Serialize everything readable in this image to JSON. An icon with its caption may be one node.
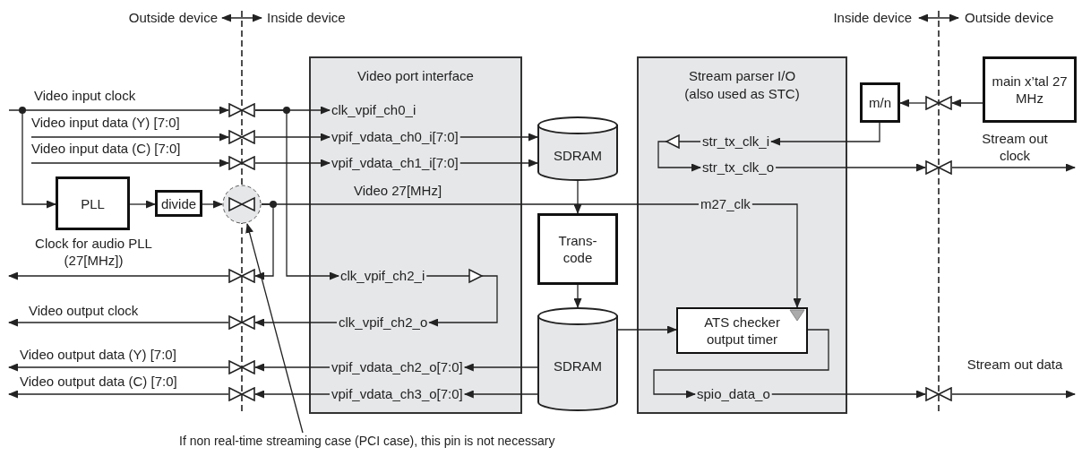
{
  "diagram": {
    "nodes": [
      {
        "text": [
          "Video port interface"
        ]
      },
      {
        "text": [
          "clk_vpif_ch0_i"
        ],
        "in": 0
      },
      {
        "text": [
          "vpif_vdata_ch0_i[7:0]"
        ],
        "in": 0
      },
      {
        "text": [
          "vpif_vdata_ch1_i[7:0]"
        ],
        "in": 0
      },
      {
        "text": [
          "clk_vpif_ch2_i"
        ],
        "in": 0
      },
      {
        "text": [
          "clk_vpif_ch2_o"
        ],
        "in": 0
      },
      {
        "text": [
          "vpif_vdata_ch2_o[7:0]"
        ],
        "in": 0
      },
      {
        "text": [
          "vpif_vdata_ch3_o[7:0]"
        ],
        "in": 0
      },
      {
        "text": [
          "Stream parser I/O (also used as STC)"
        ]
      },
      {
        "text": [
          "str_tx_clk_i"
        ],
        "in": 8
      },
      {
        "text": [
          "str_tx_clk_o"
        ],
        "in": 8
      },
      {
        "text": [
          "m27_clk"
        ],
        "in": 8
      },
      {
        "text": [
          "ATS checker output timer"
        ],
        "in": 8
      },
      {
        "text": [
          "spio_data_o"
        ],
        "in": 8
      },
      {
        "text": [
          "SDRAM"
        ]
      },
      {
        "text": [
          "Trans- code"
        ]
      },
      {
        "text": [
          "SDRAM"
        ]
      },
      {
        "text": [
          "PLL"
        ]
      },
      {
        "text": [
          "divide"
        ]
      },
      {
        "text": [
          "m/n"
        ]
      },
      {
        "text": [
          "main x’tal 27 MHz"
        ]
      },
      {
        "text": [],
        "shape": "bowtie"
      },
      {
        "text": [],
        "shape": "bowtie"
      },
      {
        "text": [],
        "shape": "bowtie"
      },
      {
        "text": [],
        "shape": "bowtie"
      },
      {
        "text": [],
        "shape": "bowtie"
      },
      {
        "text": [],
        "shape": "bowtie"
      },
      {
        "text": [],
        "shape": "bowtie"
      },
      {
        "text": [],
        "shape": "bowtie"
      },
      {
        "text": [],
        "shape": "bowtie"
      },
      {
        "text": [],
        "shape": "bowtie"
      },
      {
        "text": [],
        "shape": "bowtie"
      },
      {
        "text": [
          "If non real-time streaming case (PCI case), this pin is not necessary"
        ]
      }
    ],
    "edges": [
      {
        "from": null,
        "to": 21,
        "arrow": "to",
        "label": "Video input clock"
      },
      {
        "from": null,
        "to": 22,
        "arrow": "to",
        "label": "Video input data (Y) [7:0]"
      },
      {
        "from": null,
        "to": 23,
        "arrow": "to",
        "label": "Video input data (C) [7:0]"
      },
      {
        "from": null,
        "to": 17,
        "arrow": "to"
      },
      {
        "from": 21,
        "to": 1,
        "arrow": "to"
      },
      {
        "from": 21,
        "to": 4,
        "arrow": "to"
      },
      {
        "from": 22,
        "to": 2,
        "arrow": "to"
      },
      {
        "from": 23,
        "to": 3,
        "arrow": "to"
      },
      {
        "from": 2,
        "to": 14,
        "arrow": "to"
      },
      {
        "from": 3,
        "to": 14,
        "arrow": "to"
      },
      {
        "from": 17,
        "to": 18,
        "arrow": "to"
      },
      {
        "from": 18,
        "to": 24,
        "arrow": "to"
      },
      {
        "from": 24,
        "to": 11,
        "arrow": "none",
        "label": "Video 27[MHz]"
      },
      {
        "from": 24,
        "to": 25,
        "arrow": "to"
      },
      {
        "from": 25,
        "to": null,
        "arrow": "to",
        "label": "Clock for audio PLL (27[MHz])"
      },
      {
        "from": 11,
        "to": 12,
        "arrow": "to"
      },
      {
        "from": 4,
        "to": 5,
        "arrow": "to"
      },
      {
        "from": 5,
        "to": 26,
        "arrow": "to"
      },
      {
        "from": 26,
        "to": null,
        "arrow": "to",
        "label": "Video output clock"
      },
      {
        "from": 6,
        "to": 27,
        "arrow": "to"
      },
      {
        "from": 27,
        "to": null,
        "arrow": "to",
        "label": "Video output data (Y) [7:0]"
      },
      {
        "from": 7,
        "to": 28,
        "arrow": "to"
      },
      {
        "from": 28,
        "to": null,
        "arrow": "to",
        "label": "Video output data (C) [7:0]"
      },
      {
        "from": 16,
        "to": 6,
        "arrow": "to"
      },
      {
        "from": 16,
        "to": 7,
        "arrow": "to"
      },
      {
        "from": 14,
        "to": 15,
        "arrow": "to"
      },
      {
        "from": 15,
        "to": 16,
        "arrow": "to"
      },
      {
        "from": 16,
        "to": 12,
        "arrow": "to"
      },
      {
        "from": 12,
        "to": 13,
        "arrow": "to"
      },
      {
        "from": 13,
        "to": 31,
        "arrow": "to"
      },
      {
        "from": 31,
        "to": null,
        "arrow": "to",
        "label": "Stream out data"
      },
      {
        "from": 20,
        "to": 29,
        "arrow": "to"
      },
      {
        "from": 29,
        "to": 19,
        "arrow": "to"
      },
      {
        "from": 19,
        "to": 9,
        "arrow": "to"
      },
      {
        "from": 9,
        "to": 10,
        "arrow": "to"
      },
      {
        "from": 10,
        "to": 30,
        "arrow": "to"
      },
      {
        "from": 30,
        "to": null,
        "arrow": "to",
        "label": "Stream out clock"
      },
      {
        "from": 32,
        "to": 24,
        "arrow": "to"
      }
    ],
    "labels": [
      "Outside device",
      "Inside device",
      "Inside device",
      "Outside device"
    ]
  }
}
